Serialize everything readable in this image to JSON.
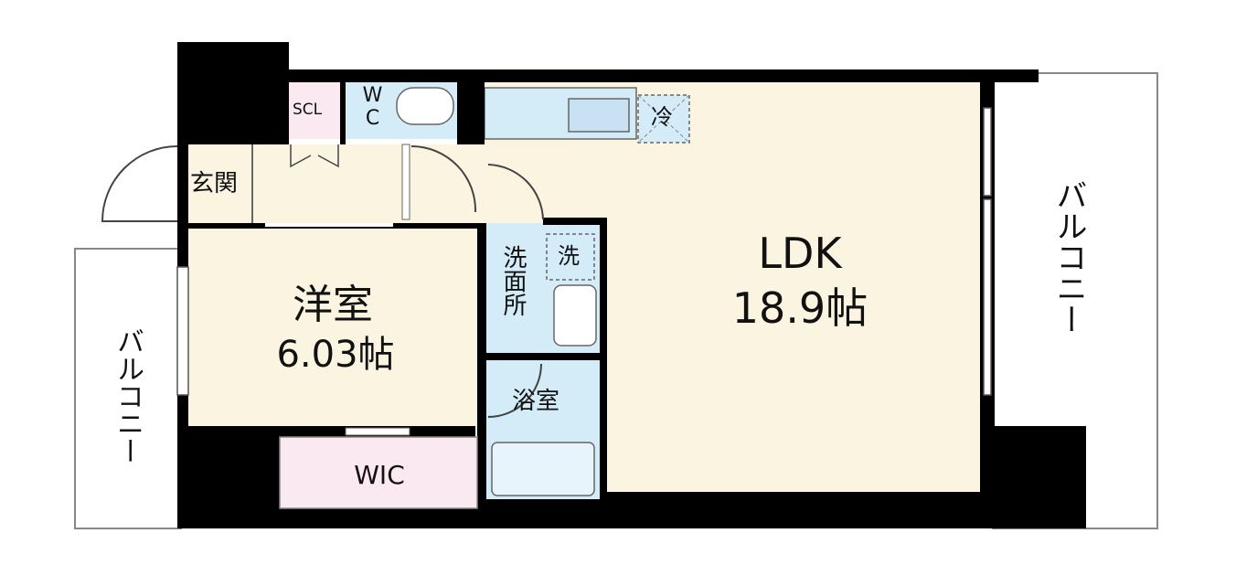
{
  "rooms": {
    "ldk": {
      "name": "LDK",
      "size": "18.9帖"
    },
    "western": {
      "name": "洋室",
      "size": "6.03帖"
    },
    "wic": {
      "name": "WIC"
    },
    "washroom": {
      "name": "洗面所"
    },
    "bath": {
      "name": "浴室"
    },
    "entrance": {
      "name": "玄関"
    },
    "scl": {
      "name": "SCL"
    },
    "wc": {
      "name": "WC"
    }
  },
  "symbols": {
    "fridge": "冷",
    "washer": "洗"
  },
  "balconies": {
    "left": "バルコニー",
    "right": "バルコニー"
  },
  "colors": {
    "ldk": "#fbf4e1",
    "western": "#fbf4e1",
    "entrance_hall": "#fbf4e1",
    "wic": "#fbe9f1",
    "scl": "#fbe9f1",
    "wet_area": "#d4ebf8",
    "wall": "#000000"
  }
}
